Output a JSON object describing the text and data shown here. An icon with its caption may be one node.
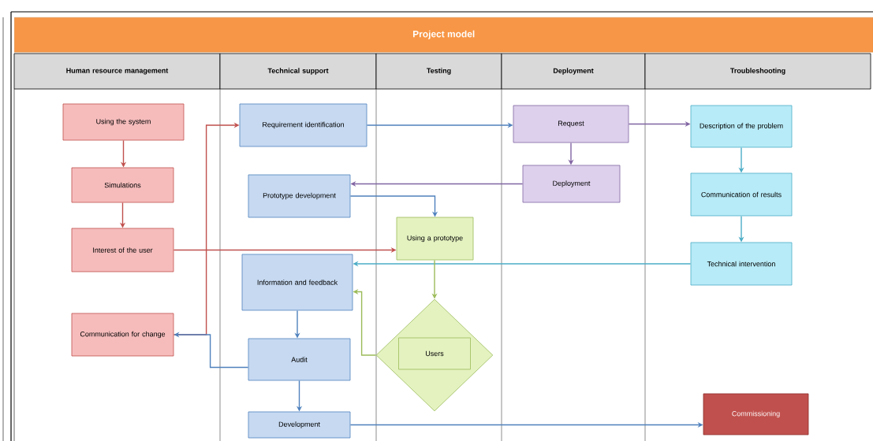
{
  "diagram": {
    "title": "Project model",
    "nodes": [
      {
        "text": [
          "Human resource management"
        ]
      },
      {
        "text": [
          "Technical support"
        ]
      },
      {
        "text": [
          "Testing"
        ]
      },
      {
        "text": [
          "Deployment"
        ]
      },
      {
        "text": [
          "Troubleshooting"
        ]
      },
      {
        "text": [
          "Using the system"
        ]
      },
      {
        "text": [
          "Requirement identification"
        ]
      },
      {
        "text": [
          "Request"
        ]
      },
      {
        "text": [
          "Description of the problem"
        ]
      },
      {
        "text": [
          "Simulations"
        ]
      },
      {
        "text": [
          "Prototype development"
        ]
      },
      {
        "text": [
          "Deployment"
        ]
      },
      {
        "text": [
          "Communication of results"
        ]
      },
      {
        "text": [
          "Interest of the user"
        ]
      },
      {
        "text": [
          "Using a prototype"
        ]
      },
      {
        "text": [
          "Technical intervention"
        ]
      },
      {
        "text": [
          "Information and feedback"
        ]
      },
      {
        "text": [],
        "shape": "diamond"
      },
      {
        "text": [
          "Communication for change"
        ]
      },
      {
        "text": [
          "Audit"
        ]
      },
      {
        "text": [
          "Users"
        ],
        "in": 17
      },
      {
        "text": [
          "Development"
        ]
      },
      {
        "text": [
          "Commissioning"
        ]
      }
    ],
    "edges": [
      {
        "from": 5,
        "to": 9,
        "arrow": "to",
        "color": "#c0504d"
      },
      {
        "from": 9,
        "to": 13,
        "arrow": "to",
        "color": "#c0504d"
      },
      {
        "from": 13,
        "to": 14,
        "arrow": "to",
        "color": "#c0504d"
      },
      {
        "from": 18,
        "to": 6,
        "arrow": "to",
        "color": "#c0504d"
      },
      {
        "from": 6,
        "to": 7,
        "arrow": "to"
      },
      {
        "from": 7,
        "to": 8,
        "arrow": "to",
        "color": "#8064a2"
      },
      {
        "from": 7,
        "to": 11,
        "arrow": "to",
        "color": "#8064a2"
      },
      {
        "from": 11,
        "to": 10,
        "arrow": "to",
        "color": "#8064a2"
      },
      {
        "from": 10,
        "to": 14,
        "arrow": "to"
      },
      {
        "from": 8,
        "to": 12,
        "arrow": "to",
        "color": "#4bacc6"
      },
      {
        "from": 12,
        "to": 15,
        "arrow": "to",
        "color": "#4bacc6"
      },
      {
        "from": 15,
        "to": 16,
        "arrow": "to",
        "color": "#4bacc6"
      },
      {
        "from": 14,
        "to": 17,
        "arrow": "to",
        "color": "#9bbb59"
      },
      {
        "from": 17,
        "to": 16,
        "arrow": "to",
        "color": "#9bbb59"
      },
      {
        "from": 16,
        "to": 19,
        "arrow": "to"
      },
      {
        "from": 19,
        "to": 18,
        "arrow": "to"
      },
      {
        "from": 19,
        "to": 21,
        "arrow": "to"
      },
      {
        "from": 21,
        "to": 22,
        "arrow": "to"
      }
    ]
  }
}
